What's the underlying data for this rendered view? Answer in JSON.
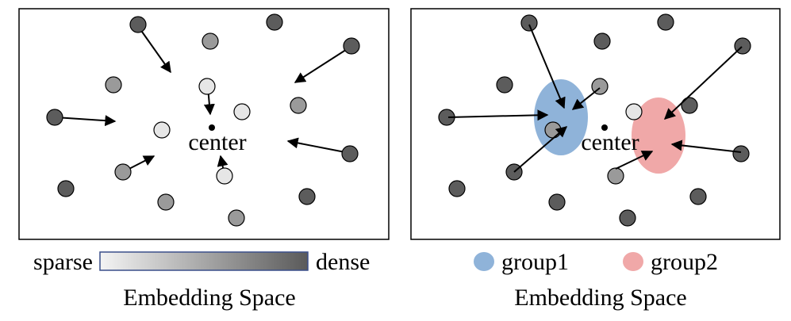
{
  "left_panel": {
    "center_label": "center",
    "legend": {
      "sparse_label": "sparse",
      "dense_label": "dense",
      "gradient_colors": [
        "#f4f4f4",
        "#5a5a5a"
      ]
    },
    "caption": "Embedding Space"
  },
  "right_panel": {
    "center_label": "center",
    "legend": {
      "groups": [
        {
          "name": "group1",
          "color": "#8fb3d9"
        },
        {
          "name": "group2",
          "color": "#f0a8a8"
        }
      ]
    },
    "caption": "Embedding Space"
  },
  "colors": {
    "dense_point": "#5c5c5c",
    "mid_point": "#9a9a9a",
    "sparse_point": "#e6e6e6",
    "group1": "#8fb3d9",
    "group2": "#f0a8a8"
  }
}
